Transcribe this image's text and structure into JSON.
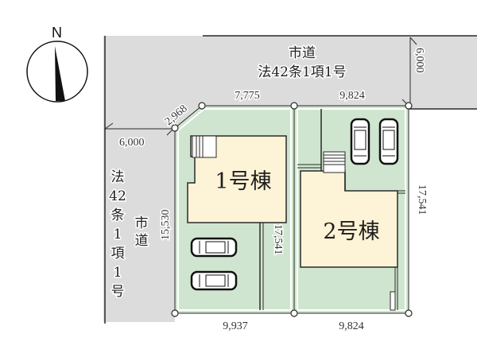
{
  "compass": {
    "label": "N",
    "icon": "north-arrow-icon"
  },
  "roads": {
    "north": {
      "line1": "市道",
      "line2": "法42条1項1号",
      "width": "6,000"
    },
    "west": {
      "chars": [
        "法",
        "42",
        "条",
        "1",
        "項",
        "1",
        "号"
      ],
      "name_chars": [
        "市",
        "道"
      ],
      "width": "6,000"
    }
  },
  "lots": [
    {
      "label": "1号棟",
      "dims": {
        "top": "7,775",
        "corner": "2,968",
        "left": "15,530",
        "right": "17,541",
        "bottom": "9,937"
      },
      "parking_spaces": 2
    },
    {
      "label": "2号棟",
      "dims": {
        "top": "9,824",
        "right": "17,541",
        "bottom": "9,824"
      },
      "parking_spaces": 2
    }
  ],
  "colors": {
    "road": "#dcdcdc",
    "lot": "#cfe5cf",
    "building": "#fdf3d6",
    "line": "#2a2a2a"
  }
}
